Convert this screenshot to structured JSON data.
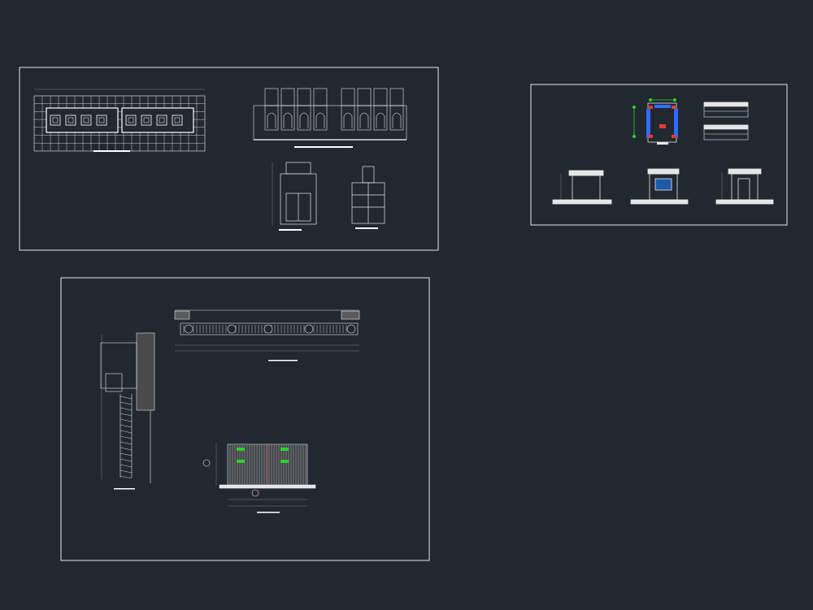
{
  "viewport": {
    "background": "#212830",
    "line_color": "#e6e6e6",
    "accent_green": "#2bd12b",
    "accent_blue": "#2f6cff",
    "accent_red": "#e23a3a"
  },
  "sheets": [
    {
      "name": "sheet-modules-plan-elevations",
      "items": [
        "floor-plan-grid",
        "front-elevation-row",
        "side-section-a",
        "side-section-b"
      ]
    },
    {
      "name": "sheet-booth-details",
      "items": [
        "booth-plan",
        "title-blocks",
        "booth-elevation-left",
        "booth-elevation-center",
        "booth-elevation-right"
      ]
    },
    {
      "name": "sheet-panel-sections",
      "items": [
        "horizontal-section",
        "vertical-section",
        "panel-elevation"
      ]
    }
  ]
}
